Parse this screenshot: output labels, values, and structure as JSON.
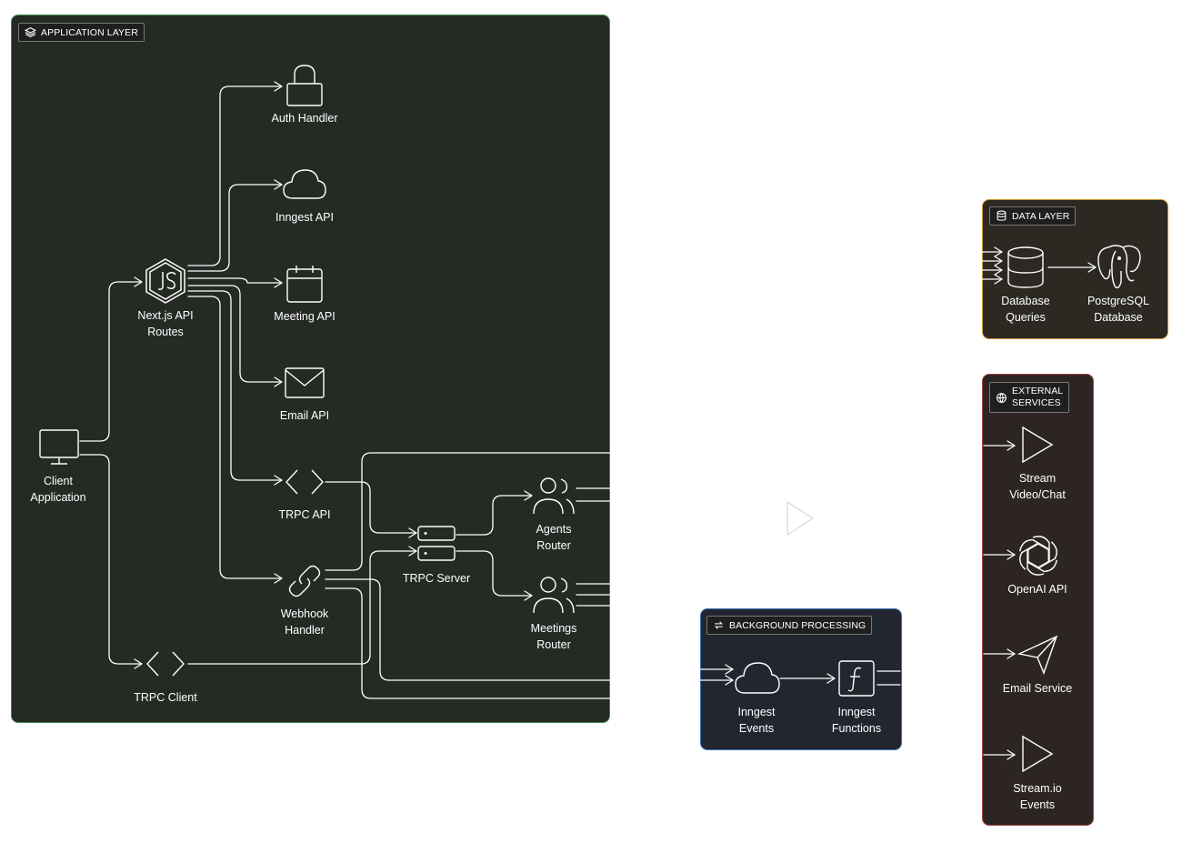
{
  "groups": {
    "application": {
      "label": "APPLICATION LAYER",
      "icon": "layers-icon",
      "fill": "#252a25",
      "border": "#3f8a4e"
    },
    "data": {
      "label": "DATA LAYER",
      "icon": "database-icon",
      "fill": "#2b2922",
      "border": "#c8952f"
    },
    "external": {
      "label": "EXTERNAL SERVICES",
      "label_line1": "EXTERNAL",
      "label_line2": "SERVICES",
      "icon": "globe-icon",
      "fill": "#2d2524",
      "border": "#a4453a"
    },
    "background": {
      "label": "BACKGROUND PROCESSING",
      "icon": "refresh-icon",
      "fill": "#22272f",
      "border": "#3d6fb8"
    }
  },
  "nodes": {
    "client_app": {
      "line1": "Client",
      "line2": "Application",
      "icon": "monitor-icon"
    },
    "nextjs": {
      "line1": "Next.js API",
      "line2": "Routes",
      "icon": "nodejs-icon"
    },
    "auth": {
      "line1": "Auth Handler",
      "icon": "lock-icon"
    },
    "inngest_api": {
      "line1": "Inngest API",
      "icon": "cloud-icon"
    },
    "meeting_api": {
      "line1": "Meeting API",
      "icon": "calendar-icon"
    },
    "email_api": {
      "line1": "Email API",
      "icon": "mail-icon"
    },
    "trpc_api": {
      "line1": "TRPC API",
      "icon": "code-icon"
    },
    "webhook": {
      "line1": "Webhook",
      "line2": "Handler",
      "icon": "link-icon"
    },
    "trpc_client": {
      "line1": "TRPC Client",
      "icon": "code-icon"
    },
    "trpc_server": {
      "line1": "TRPC Server",
      "icon": "server-icon"
    },
    "agents_router": {
      "line1": "Agents",
      "line2": "Router",
      "icon": "users-icon"
    },
    "meetings_router": {
      "line1": "Meetings",
      "line2": "Router",
      "icon": "users-icon"
    },
    "db_queries": {
      "line1": "Database",
      "line2": "Queries",
      "icon": "database-icon"
    },
    "postgres": {
      "line1": "PostgreSQL",
      "line2": "Database",
      "icon": "postgresql-icon"
    },
    "stream_video": {
      "line1": "Stream",
      "line2": "Video/Chat",
      "icon": "play-icon"
    },
    "openai": {
      "line1": "OpenAI API",
      "icon": "openai-icon"
    },
    "email_service": {
      "line1": "Email Service",
      "icon": "send-icon"
    },
    "streamio_events": {
      "line1": "Stream.io",
      "line2": "Events",
      "icon": "play-icon"
    },
    "inngest_events": {
      "line1": "Inngest",
      "line2": "Events",
      "icon": "cloud-icon"
    },
    "inngest_functions": {
      "line1": "Inngest",
      "line2": "Functions",
      "icon": "function-icon"
    }
  },
  "colors": {
    "wire": "#ffffff",
    "faint_play": "#d9dde0"
  }
}
